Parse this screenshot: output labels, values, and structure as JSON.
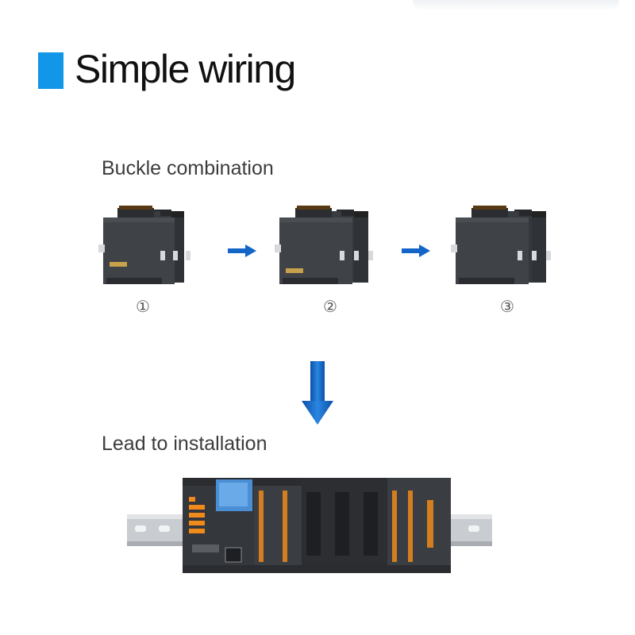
{
  "title": "Simple wiring",
  "colors": {
    "accent": "#1196e8",
    "arrow": "#1366c8",
    "module_body": "#3a3d42",
    "module_top": "#2b2d31",
    "terminal_orange": "#f08a1a",
    "rail": "#c9ccd0"
  },
  "sections": {
    "combination_label": "Buckle combination",
    "installation_label": "Lead to installation"
  },
  "steps": [
    {
      "number": "①"
    },
    {
      "number": "②"
    },
    {
      "number": "③"
    }
  ],
  "icons": [
    "arrow-right-icon",
    "arrow-right-icon",
    "arrow-down-icon"
  ]
}
